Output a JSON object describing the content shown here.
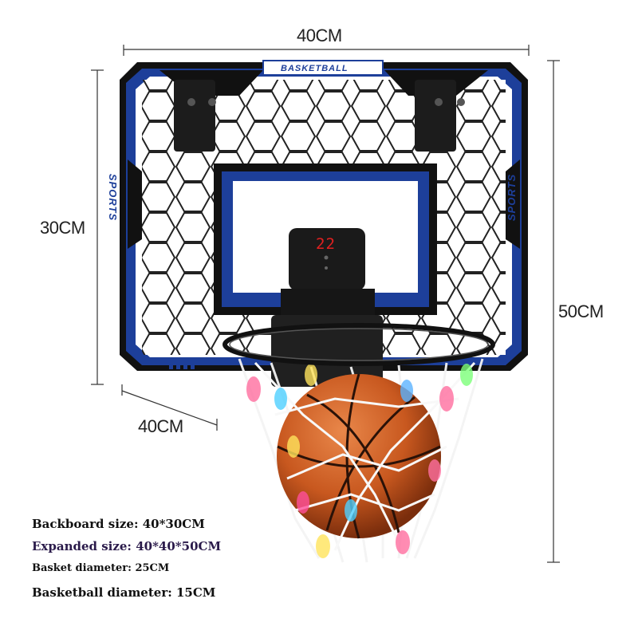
{
  "dimensions": {
    "width_top": "40CM",
    "height_left": "30CM",
    "height_total": "50CM",
    "depth": "40CM"
  },
  "board": {
    "title": "BASKETBALL",
    "side_text": "SPORTS",
    "score": "22"
  },
  "specs": [
    "Backboard size: 40*30CM",
    "Expanded size: 40*40*50CM",
    "Basket diameter: 25CM",
    "Basketball diameter: 15CM"
  ],
  "colors": {
    "board_blue": "#1d3f9a",
    "frame_black": "#111111",
    "ball_orange": "#c8581f",
    "score_red": "#e02020"
  }
}
